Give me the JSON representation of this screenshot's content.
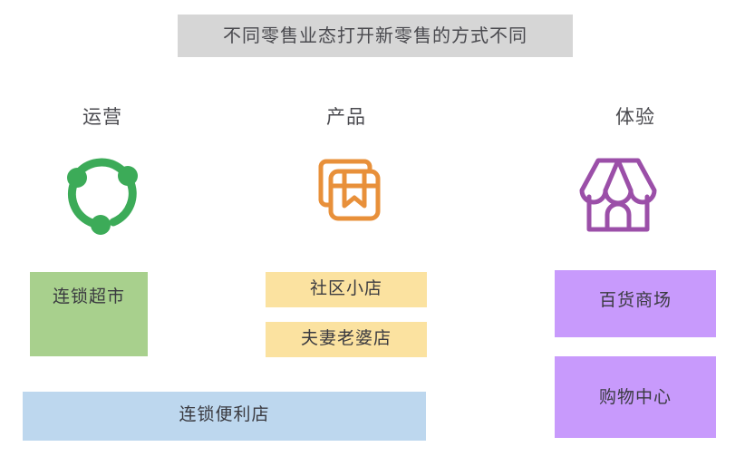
{
  "title": {
    "text": "不同零售业态打开新零售的方式不同",
    "background_color": "#d6d6d6"
  },
  "columns": [
    {
      "id": "operations",
      "heading": "运营",
      "icon": "network-nodes-icon",
      "icon_color": "#3cab58",
      "items": [
        {
          "label": "连锁超市",
          "color": "#a8d08d"
        }
      ]
    },
    {
      "id": "product",
      "heading": "产品",
      "icon": "package-box-icon",
      "icon_color": "#e8903a",
      "items": [
        {
          "label": "社区小店",
          "color": "#fbe2a0"
        },
        {
          "label": "夫妻老婆店",
          "color": "#fbe2a0"
        }
      ]
    },
    {
      "id": "experience",
      "heading": "体验",
      "icon": "storefront-icon",
      "icon_color": "#9b4fa8",
      "items": [
        {
          "label": "百货商场",
          "color": "#c89afc"
        },
        {
          "label": "购物中心",
          "color": "#c89afc"
        }
      ]
    }
  ],
  "spanning_item": {
    "label": "连锁便利店",
    "color": "#bdd7ee",
    "spans": [
      "operations",
      "product"
    ]
  }
}
